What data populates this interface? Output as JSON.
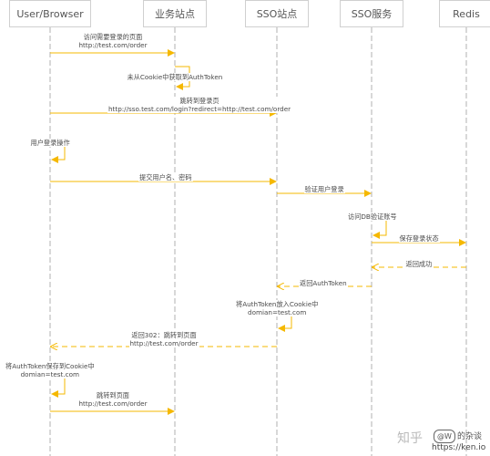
{
  "participants": [
    {
      "id": "user",
      "label": "User/Browser"
    },
    {
      "id": "biz",
      "label": "业务站点"
    },
    {
      "id": "sso",
      "label": "SSO站点"
    },
    {
      "id": "ssosvc",
      "label": "SSO服务"
    },
    {
      "id": "redis",
      "label": "Redis"
    }
  ],
  "messages": [
    {
      "lines": [
        "访问需要登录的页面",
        "http://test.com/order"
      ]
    },
    {
      "lines": [
        "未从Cookie中获取到AuthToken"
      ]
    },
    {
      "lines": [
        "跳转到登录页",
        "http://sso.test.com/login?redirect=http://test.com/order"
      ]
    },
    {
      "lines": [
        "用户登录操作"
      ]
    },
    {
      "lines": [
        "提交用户名、密码"
      ]
    },
    {
      "lines": [
        "验证用户登录"
      ]
    },
    {
      "lines": [
        "访问DB验证账号"
      ]
    },
    {
      "lines": [
        "保存登录状态"
      ]
    },
    {
      "lines": [
        "返回成功"
      ]
    },
    {
      "lines": [
        "返回AuthToken"
      ]
    },
    {
      "lines": [
        "将AuthToken放入Cookie中",
        "domian=test.com"
      ]
    },
    {
      "lines": [
        "返回302：跳转到页面",
        "http://test.com/order"
      ]
    },
    {
      "lines": [
        "将AuthToken保存到Cookie中",
        "domian=test.com"
      ]
    },
    {
      "lines": [
        "跳转到页面",
        "http://test.com/order"
      ]
    }
  ],
  "colors": {
    "arrow": "#f5b800",
    "lifeline": "#b0b0b0",
    "participant_border": "#d0d0d0",
    "text": "#4a4a4a"
  },
  "watermark": {
    "site": "知乎",
    "logo": "@W",
    "author": "的杂谈",
    "url": "https://ken.io"
  }
}
